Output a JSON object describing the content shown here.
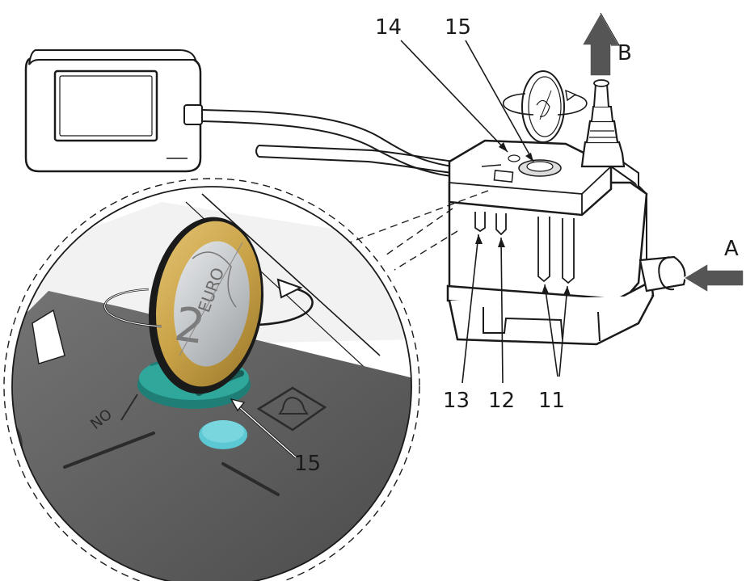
{
  "callouts": {
    "c14": "14",
    "c15_top": "15",
    "cB": "B",
    "cA": "A",
    "c13": "13",
    "c12": "12",
    "c11": "11",
    "c15_detail": "15"
  },
  "colors": {
    "outline": "#1a1a1a",
    "body_light": "#ffffff",
    "detail_dark": "#4f4f4f",
    "detail_mid": "#6b6b6b",
    "coin_gold": "#c9a247",
    "coin_silver": "#bfc3c6",
    "coin_holder_teal": "#2fa79b",
    "button_cyan": "#5bc8d4",
    "arrow_fill": "#555555"
  },
  "icons": [
    "bell-icon",
    "rotate-arrow-icon",
    "flow-arrow-icon",
    "coin-icon"
  ]
}
